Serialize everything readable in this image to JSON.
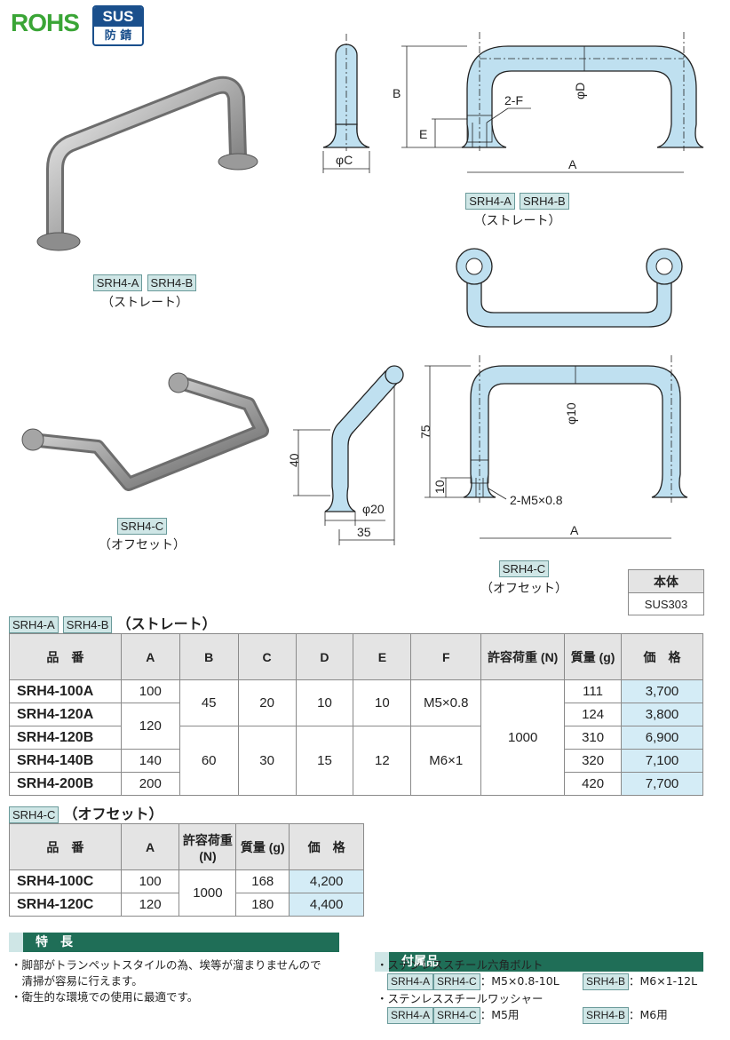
{
  "badges": {
    "rohs": "ROHS",
    "sus_top": "SUS",
    "sus_bottom": "防 錆"
  },
  "photo1": {
    "tags": [
      "SRH4-A",
      "SRH4-B"
    ],
    "caption": "（ストレート）"
  },
  "photo2": {
    "tags": [
      "SRH4-C"
    ],
    "caption": "（オフセット）"
  },
  "draw1": {
    "labels": {
      "b": "B",
      "e": "E",
      "f": "2-F",
      "d": "φD",
      "c": "φC",
      "a": "A"
    },
    "tags": [
      "SRH4-A",
      "SRH4-B"
    ],
    "caption": "（ストレート）"
  },
  "draw2": {
    "labels": {
      "h40": "40",
      "d20": "φ20",
      "w35": "35",
      "h75": "75",
      "h10": "10",
      "d10": "φ10",
      "bolt": "2-M5×0.8",
      "a": "A"
    },
    "tags": [
      "SRH4-C"
    ],
    "caption": "（オフセット）"
  },
  "body": {
    "header": "本体",
    "value": "SUS303"
  },
  "table1": {
    "tags": [
      "SRH4-A",
      "SRH4-B"
    ],
    "title": "（ストレート）",
    "headers": [
      "品　番",
      "A",
      "B",
      "C",
      "D",
      "E",
      "F",
      "許容荷重 (N)",
      "質量 (g)",
      "価　格"
    ],
    "codes": [
      "SRH4-100A",
      "SRH4-120A",
      "SRH4-120B",
      "SRH4-140B",
      "SRH4-200B"
    ],
    "a": [
      "100",
      "120",
      "140",
      "200"
    ],
    "b": [
      "45",
      "60"
    ],
    "c": [
      "20",
      "30"
    ],
    "d": [
      "10",
      "15"
    ],
    "e": [
      "10",
      "12"
    ],
    "f": [
      "M5×0.8",
      "M6×1"
    ],
    "load": "1000",
    "mass": [
      "111",
      "124",
      "310",
      "320",
      "420"
    ],
    "price": [
      "3,700",
      "3,800",
      "6,900",
      "7,100",
      "7,700"
    ]
  },
  "table2": {
    "tags": [
      "SRH4-C"
    ],
    "title": "（オフセット）",
    "headers": [
      "品　番",
      "A",
      "許容荷重 (N)",
      "質量 (g)",
      "価　格"
    ],
    "codes": [
      "SRH4-100C",
      "SRH4-120C"
    ],
    "a": [
      "100",
      "120"
    ],
    "load": "1000",
    "mass": [
      "168",
      "180"
    ],
    "price": [
      "4,200",
      "4,400"
    ]
  },
  "features": {
    "title": "特　長",
    "lines": [
      "・脚部がトランペットスタイルの為、埃等が溜まりませんので",
      "　清掃が容易に行えます。",
      "・衛生的な環境での使用に最適です。"
    ]
  },
  "accessories": {
    "title": "付属品",
    "bolt_label": "・ステンレススチール六角ボルト",
    "bolt_tags_ac": [
      "SRH4-A",
      "SRH4-C"
    ],
    "bolt_ac": "：M5×0.8-10L",
    "bolt_tag_b": "SRH4-B",
    "bolt_b": "：M6×1-12L",
    "washer_label": "・ステンレススチールワッシャー",
    "washer_tags_ac": [
      "SRH4-A",
      "SRH4-C"
    ],
    "washer_ac": "：M5用",
    "washer_tag_b": "SRH4-B",
    "washer_b": "：M6用"
  },
  "colors": {
    "rohs_green": "#3aa536",
    "sus_blue": "#1a4f8c",
    "band_green": "#1f6e57",
    "tag_bg": "#cfe6e6",
    "price_bg": "#d4ecf6",
    "part_blue": "#bfe0f0"
  }
}
